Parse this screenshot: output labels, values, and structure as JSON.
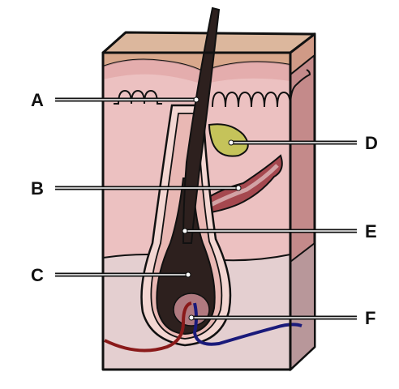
{
  "labels": [
    "A",
    "B",
    "C",
    "D",
    "E",
    "F"
  ],
  "colors": {
    "epidermis": "#d9a88c",
    "dermis": "#ecc1c1",
    "hypodermis": "#e4cfd0",
    "side": "#c48a8a",
    "hair": "#2d201e",
    "gland": "#c5c35a",
    "muscle": "#a5484f",
    "artery": "#8a1a1a",
    "vein": "#1a1a7a",
    "outline": "#111111"
  }
}
